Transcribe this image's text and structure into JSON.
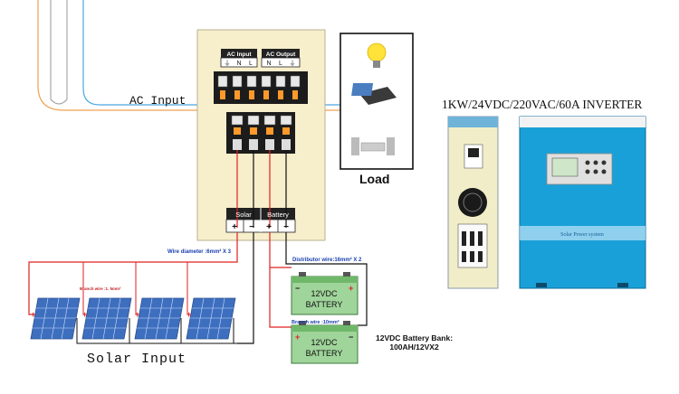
{
  "labels": {
    "ac_input": "AC Input",
    "load": "Load",
    "inverter_title": "1KW/24VDC/220VAC/60A  INVERTER",
    "solar_input": "Solar   Input",
    "battery_bank_line1": "12VDC Battery Bank:",
    "battery_bank_line2": "100AH/12VX2",
    "wire_diameter": "Wire diameter :6mm² X 3",
    "distributor_wire": "Distributor wire:16mm² X 2",
    "branch_wire_solar": "Branch wire :1. 5mm²",
    "branch_wire_battery": "Branch wire :10mm²"
  },
  "controller": {
    "ac_input_title": "AC Input",
    "ac_output_title": "AC Output",
    "ac_input_terms": [
      "⏚",
      "N",
      "L"
    ],
    "ac_output_terms": [
      "N",
      "L",
      "⏚"
    ],
    "solar_label": "Solar",
    "battery_label": "Battery",
    "plus": "+",
    "minus": "−"
  },
  "batteries": [
    {
      "line1": "12VDC",
      "line2": "BATTERY"
    },
    {
      "line1": "12VDC",
      "line2": "BATTERY"
    }
  ],
  "inverter": {
    "band_text": "Solar Power system"
  },
  "colors": {
    "ac_orange": "#f0a050",
    "ac_blue": "#4aa8e0",
    "wire_red": "#e02020",
    "wire_black": "#111111",
    "controller_panel": "#f7eecb",
    "inverter_blue": "#1aa0d8",
    "battery_green": "#9fd49a"
  }
}
